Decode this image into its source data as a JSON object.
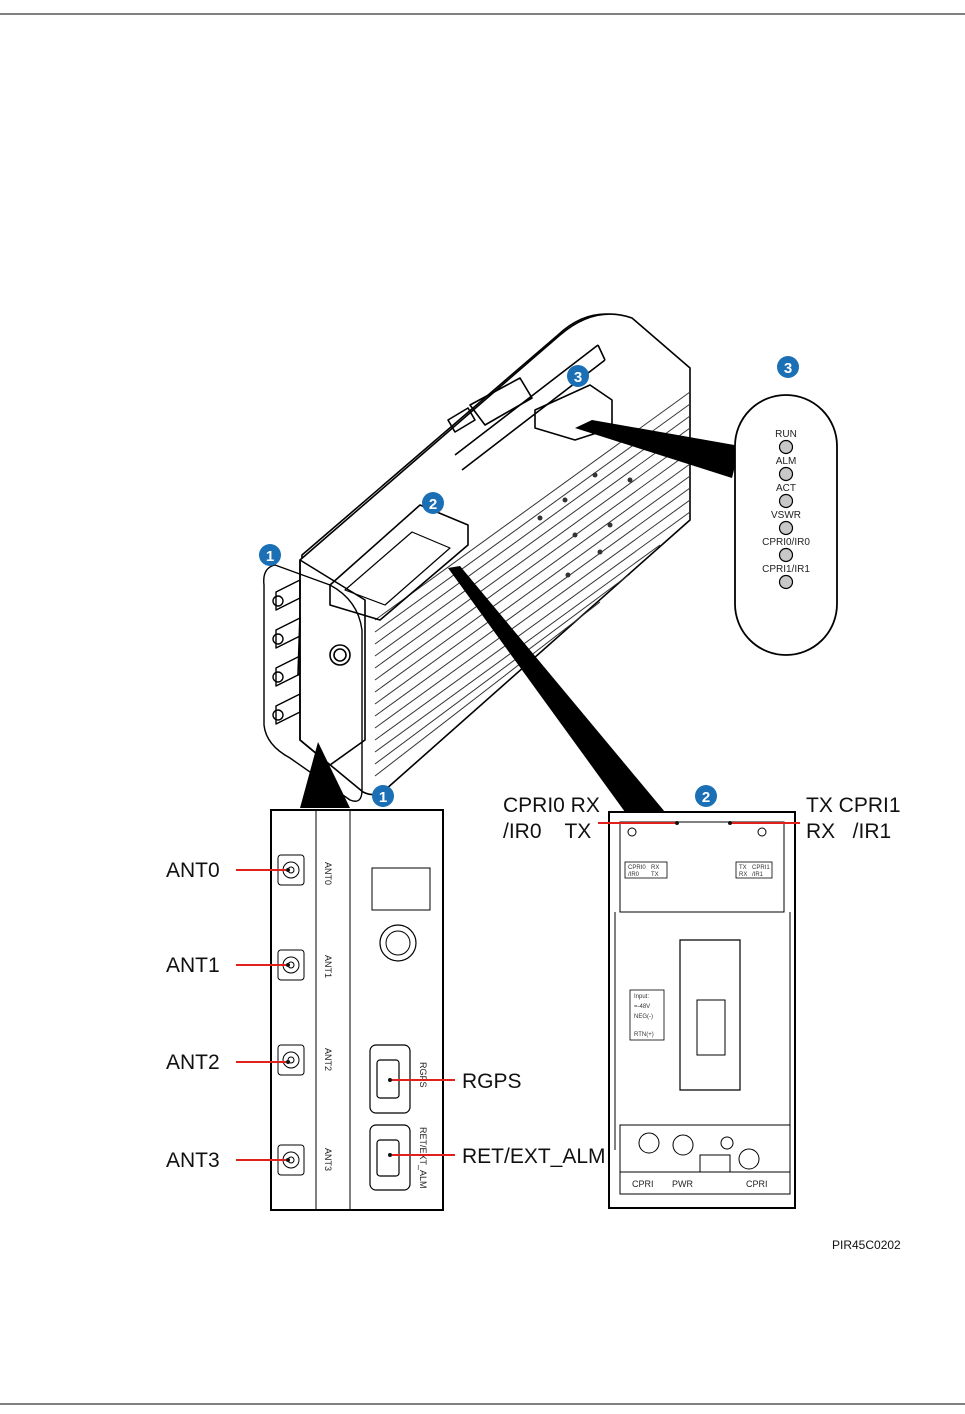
{
  "callouts": {
    "c1": "1",
    "c2": "2",
    "c3": "3"
  },
  "ant_labels": [
    "ANT0",
    "ANT1",
    "ANT2",
    "ANT3"
  ],
  "port_labels": {
    "rgps": "RGPS",
    "ret": "RET/EXT_ALM"
  },
  "panel1_text": {
    "rgps": "RGPS",
    "ret": "RET/EXT_ALM"
  },
  "leds": [
    "RUN",
    "ALM",
    "ACT",
    "VSWR",
    "CPRI0/IR0",
    "CPRI1/IR1"
  ],
  "cpri_labels": {
    "left_line1": "CPRI0 RX",
    "left_line2": "/IR0    TX",
    "right_line1": "TX CPRI1",
    "right_line2": "RX   /IR1"
  },
  "panel2_text": {
    "cpri0_small": "CPRI0",
    "ir0_small": "/IR0",
    "rx_small": "RX",
    "tx_small": "TX",
    "tx_small_r": "TX",
    "rx_small_r": "RX",
    "cpri1_small": "CPRI1",
    "ir1_small": "/IR1",
    "power_info": [
      "Input:",
      "=-48V",
      "NEG(-)",
      "RTN(+)"
    ],
    "bottom_left": "CPRI",
    "bottom_mid": "PWR",
    "bottom_right": "CPRI"
  },
  "figure_id": "PIR45C0202",
  "colors": {
    "callout_badge": "#1a6fb5",
    "leader_red": "#e0201b",
    "beam": "#000000"
  }
}
